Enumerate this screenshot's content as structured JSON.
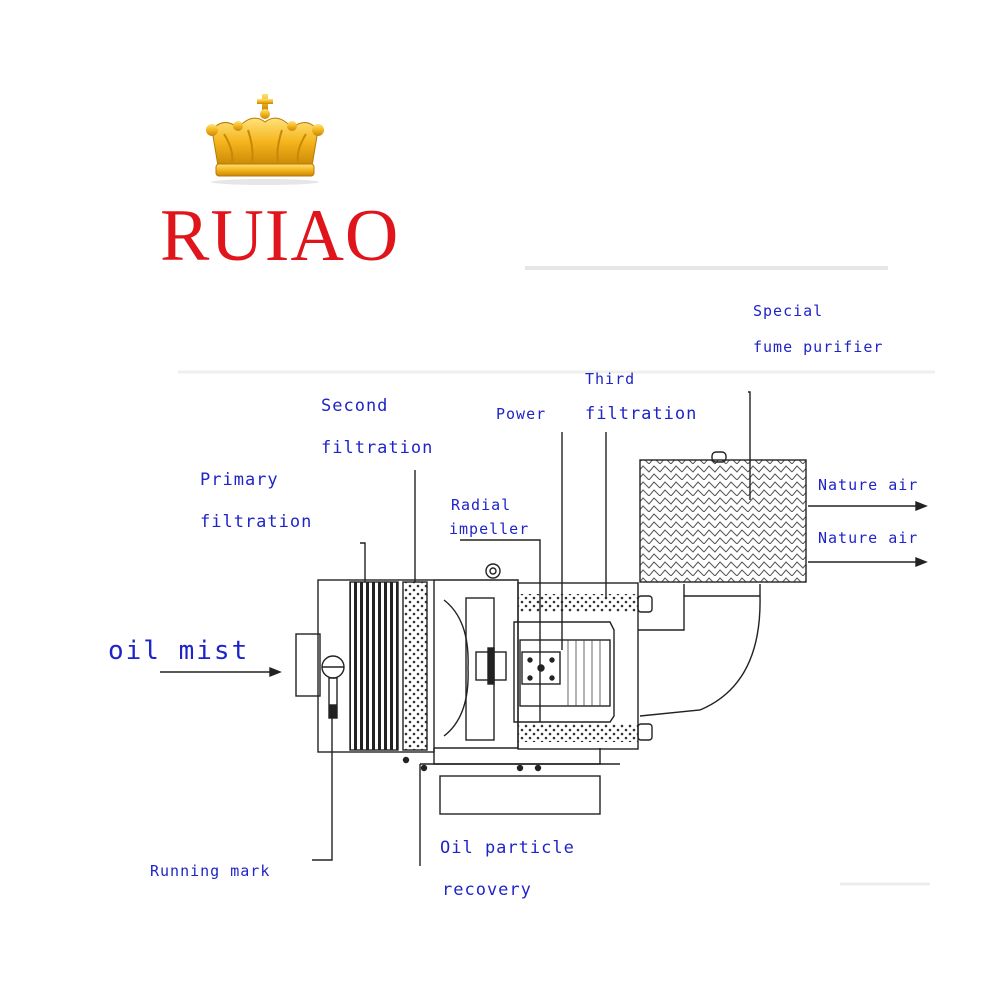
{
  "brand": {
    "name": "RUIAO",
    "logo_icon": "crown-icon",
    "color": "#e0141b"
  },
  "labels": {
    "special_fume_purifier_1": "Special",
    "special_fume_purifier_2": "fume purifier",
    "third_filtration_1": "Third",
    "third_filtration_2": "filtration",
    "second_filtration_1": "Second",
    "second_filtration_2": "filtration",
    "power": "Power",
    "radial_impeller_1": "Radial",
    "radial_impeller_2": "impeller",
    "primary_filtration_1": "Primary",
    "primary_filtration_2": "filtration",
    "nature_air_1": "Nature air",
    "nature_air_2": "Nature air",
    "oil_mist": "oil mist",
    "oil_particle_recovery_1": "Oil particle",
    "oil_particle_recovery_2": "recovery",
    "running_mark": "Running mark"
  },
  "colors": {
    "label_text": "#1f24c8",
    "line_art": "#222222"
  }
}
